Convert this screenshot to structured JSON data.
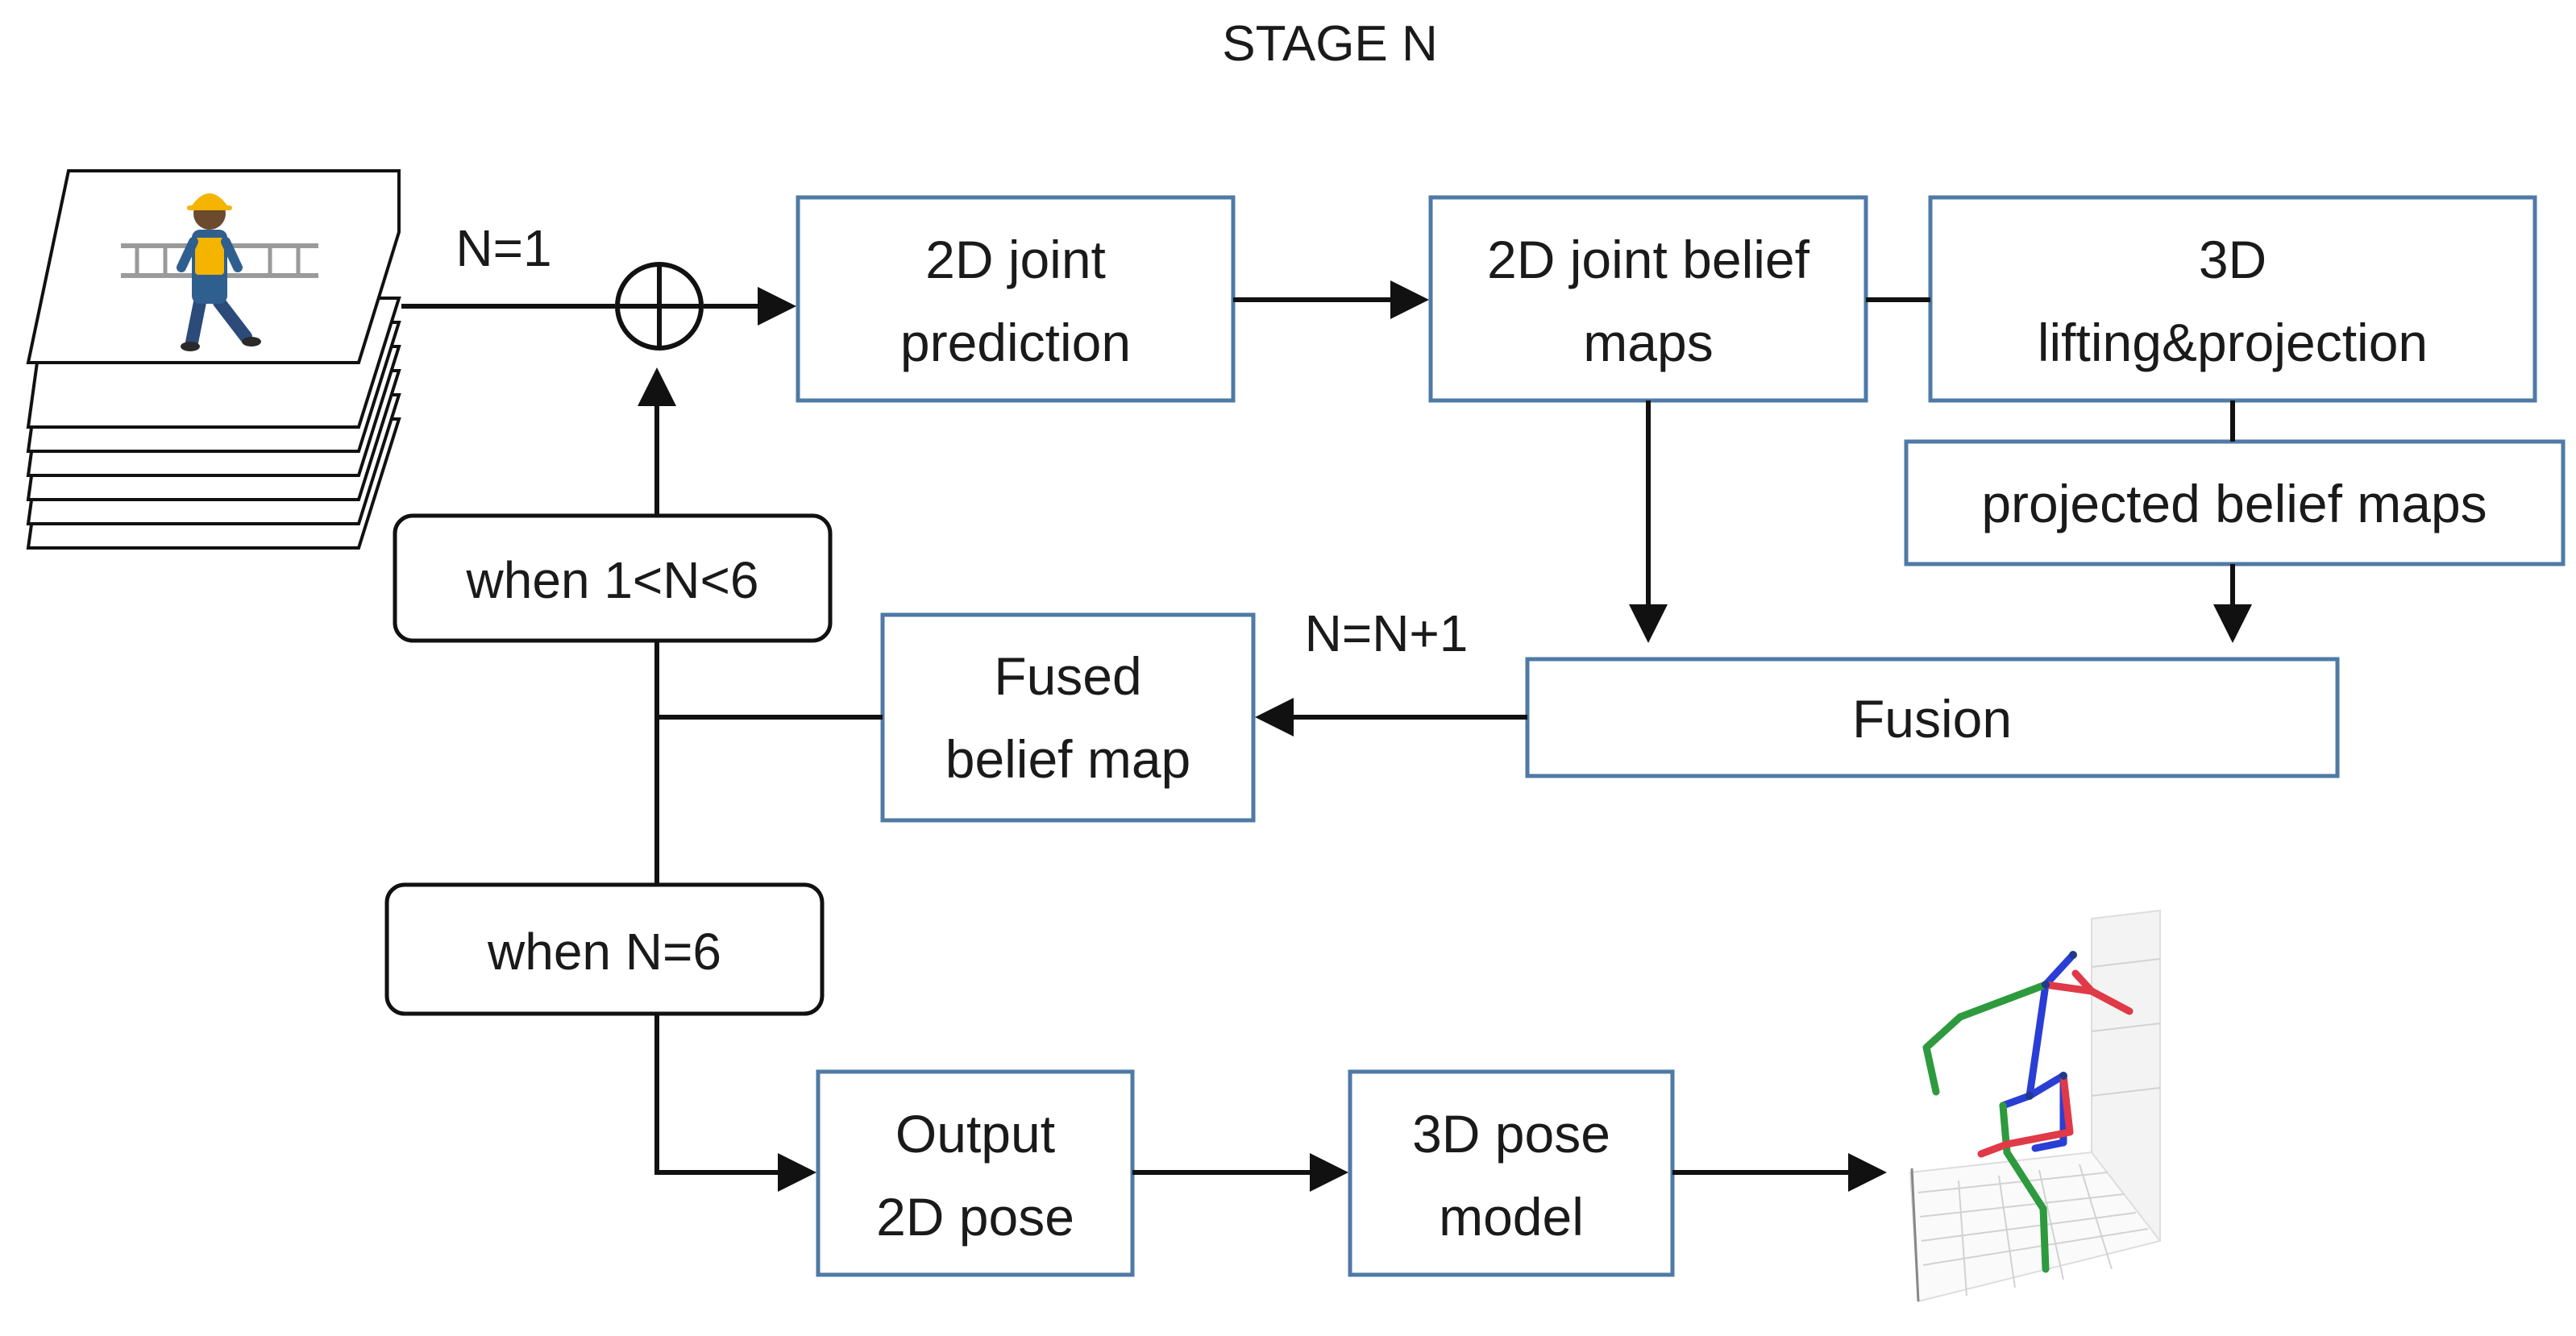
{
  "title": "STAGE N",
  "boxes": {
    "joint_prediction": [
      "2D joint",
      "prediction"
    ],
    "joint_belief_maps": [
      "2D joint belief",
      "maps"
    ],
    "lifting_projection": [
      "3D",
      "lifting&projection"
    ],
    "projected_belief_maps": [
      "projected belief maps"
    ],
    "fusion": [
      "Fusion"
    ],
    "fused_belief_map": [
      "Fused",
      "belief map"
    ],
    "output_2d_pose": [
      "Output",
      "2D pose"
    ],
    "pose_model_3d": [
      "3D pose",
      "model"
    ]
  },
  "conditions": {
    "loop": "when 1<N<6",
    "stop": "when N=6"
  },
  "edge_labels": {
    "init": "N=1",
    "increment": "N=N+1"
  },
  "operator_symbol": "⊕",
  "icons": {
    "input_stack": "image-frame-stack-icon",
    "worker": "construction-worker-ladder-icon",
    "output": "3d-skeleton-plot-icon"
  },
  "colors": {
    "box_border": "#4f7aa6",
    "line": "#111111",
    "skeleton_left": "#2e9a3e",
    "skeleton_spine": "#2a3ed6",
    "skeleton_right": "#e03a48"
  }
}
